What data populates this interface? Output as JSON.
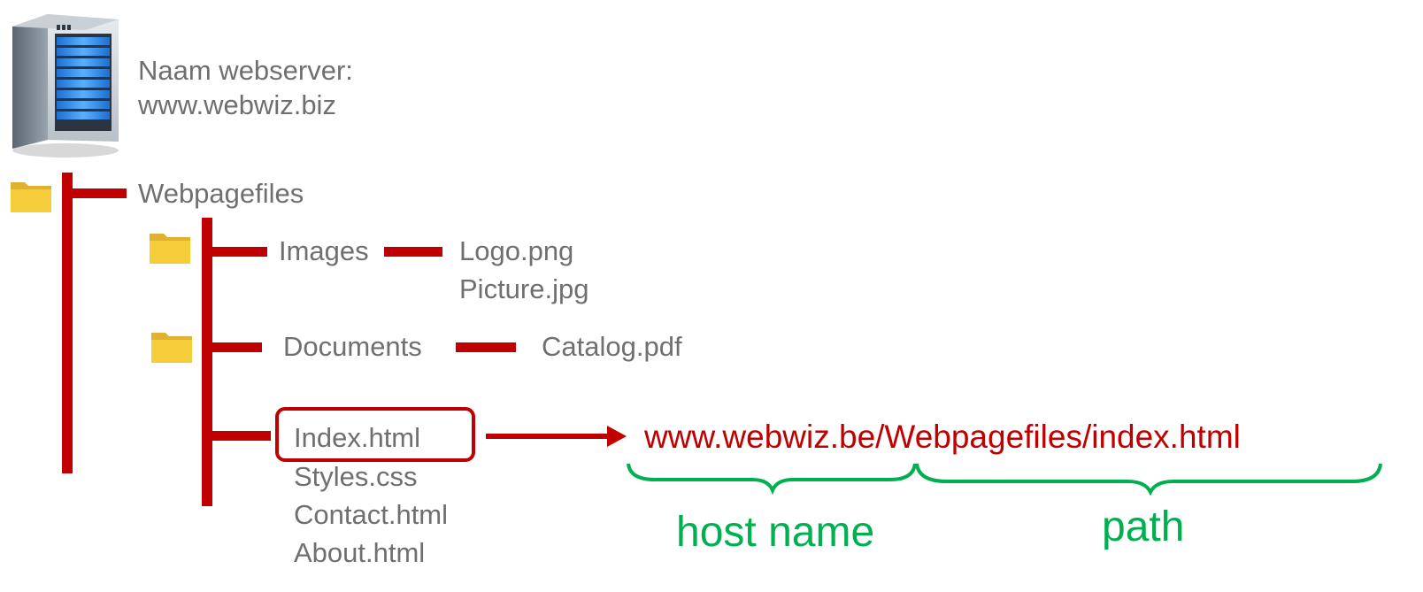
{
  "server": {
    "icon": "server-icon",
    "label_line1": "Naam webserver:",
    "label_line2": "www.webwiz.biz"
  },
  "tree": {
    "root_folder": "Webpagefiles",
    "images_folder": "Images",
    "images_files": [
      "Logo.png",
      "Picture.jpg"
    ],
    "documents_folder": "Documents",
    "documents_files": [
      "Catalog.pdf"
    ],
    "root_files": [
      "Index.html",
      "Styles.css",
      "Contact.html",
      "About.html"
    ],
    "folder_icon": "folder-icon"
  },
  "url": {
    "host": "www.webwiz.be",
    "path": "/Webpagefiles/index.html",
    "host_label": "host name",
    "path_label": "path"
  },
  "colors": {
    "text": "#6f6f6f",
    "tree_lines": "#c00000",
    "url": "#c00000",
    "brace": "#00b050"
  }
}
